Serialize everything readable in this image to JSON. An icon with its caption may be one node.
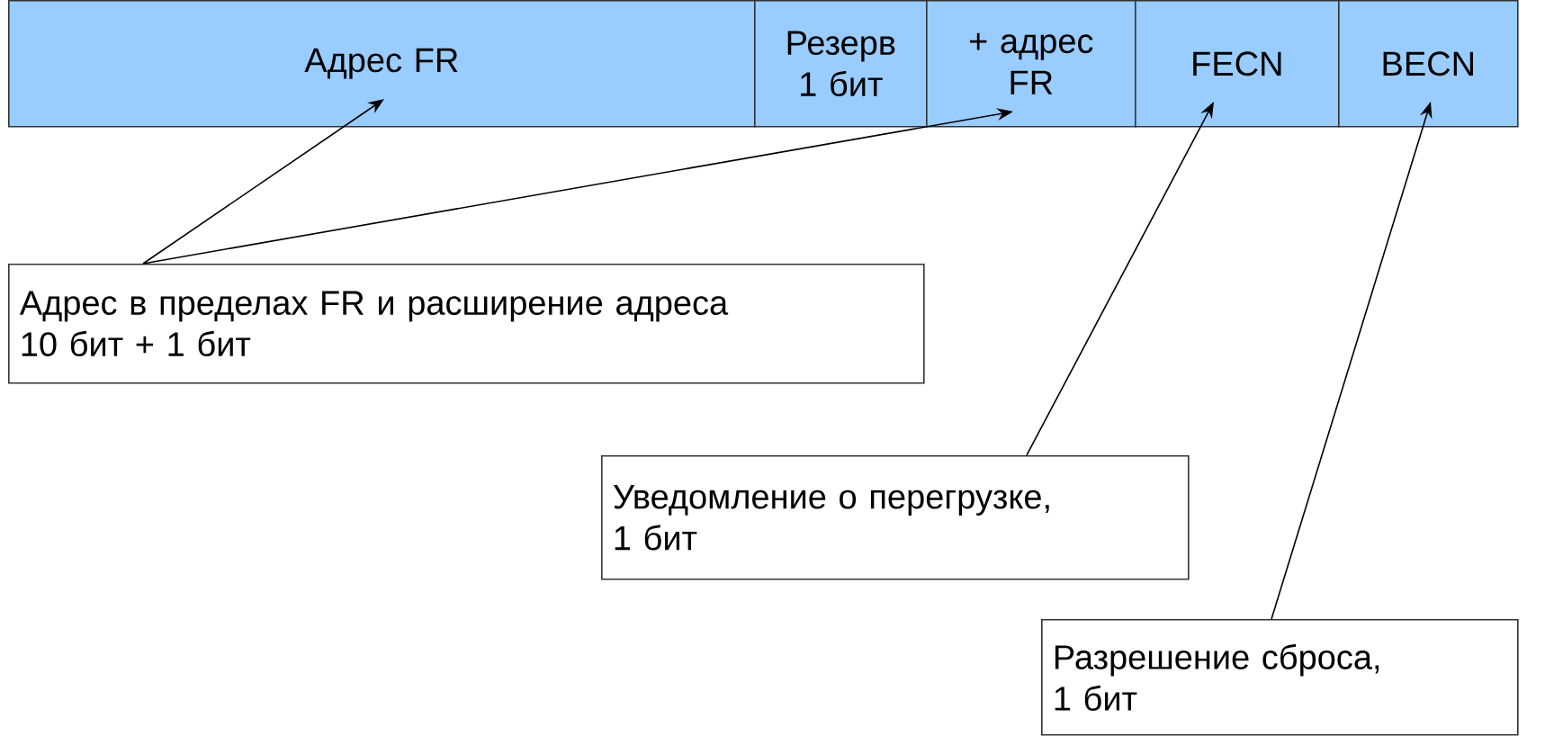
{
  "diagram": {
    "nodes": [
      {
        "text": [
          "Адрес FR"
        ]
      },
      {
        "text": [
          "Резерв 1 бит"
        ]
      },
      {
        "text": [
          "+ адрес FR"
        ]
      },
      {
        "text": [
          "FECN"
        ]
      },
      {
        "text": [
          "BECN"
        ]
      },
      {
        "text": [
          "Адрес в пределах FR и расширение адреса",
          "10 бит + 1 бит"
        ]
      },
      {
        "text": [
          "Уведомление о перегрузке,",
          "1 бит"
        ]
      },
      {
        "text": [
          "Разрешение сброса,",
          "1 бит"
        ]
      }
    ],
    "edges": [
      {
        "from": 5,
        "to": 0,
        "arrow": "to"
      },
      {
        "from": 5,
        "to": 2,
        "arrow": "to"
      },
      {
        "from": 6,
        "to": 3,
        "arrow": "to"
      },
      {
        "from": 7,
        "to": 4,
        "arrow": "to"
      }
    ]
  }
}
